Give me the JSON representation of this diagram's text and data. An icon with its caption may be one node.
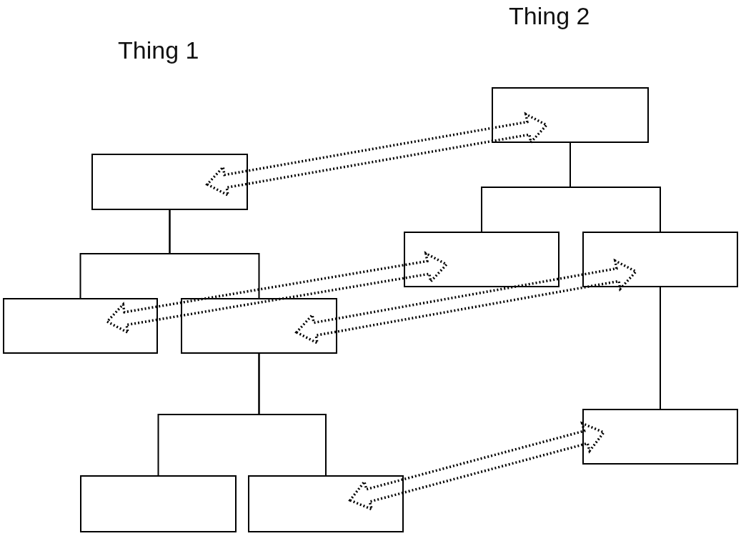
{
  "diagram": {
    "nodes": [
      {
        "text": [],
        "shape": "box"
      },
      {
        "text": [],
        "shape": "box"
      },
      {
        "text": [],
        "shape": "box"
      },
      {
        "text": [],
        "shape": "box"
      },
      {
        "text": [],
        "shape": "box"
      },
      {
        "text": [],
        "shape": "box"
      },
      {
        "text": [],
        "shape": "box"
      },
      {
        "text": [],
        "shape": "box"
      },
      {
        "text": [],
        "shape": "box"
      }
    ],
    "edges": [
      {
        "from": 1,
        "to": 4,
        "arrow": "none"
      },
      {
        "from": 1,
        "to": 5,
        "arrow": "none"
      },
      {
        "from": 5,
        "to": 7,
        "arrow": "none"
      },
      {
        "from": 5,
        "to": 8,
        "arrow": "none"
      },
      {
        "from": 0,
        "to": 2,
        "arrow": "none"
      },
      {
        "from": 0,
        "to": 3,
        "arrow": "none"
      },
      {
        "from": 3,
        "to": 6,
        "arrow": "none"
      },
      {
        "from": 1,
        "to": 0,
        "arrow": "both",
        "style": "dashed"
      },
      {
        "from": 4,
        "to": 2,
        "arrow": "both",
        "style": "dashed"
      },
      {
        "from": 5,
        "to": 3,
        "arrow": "both",
        "style": "dashed"
      },
      {
        "from": 8,
        "to": 6,
        "arrow": "both",
        "style": "dashed"
      }
    ],
    "labels": [
      "Thing 2",
      "Thing 1"
    ]
  }
}
